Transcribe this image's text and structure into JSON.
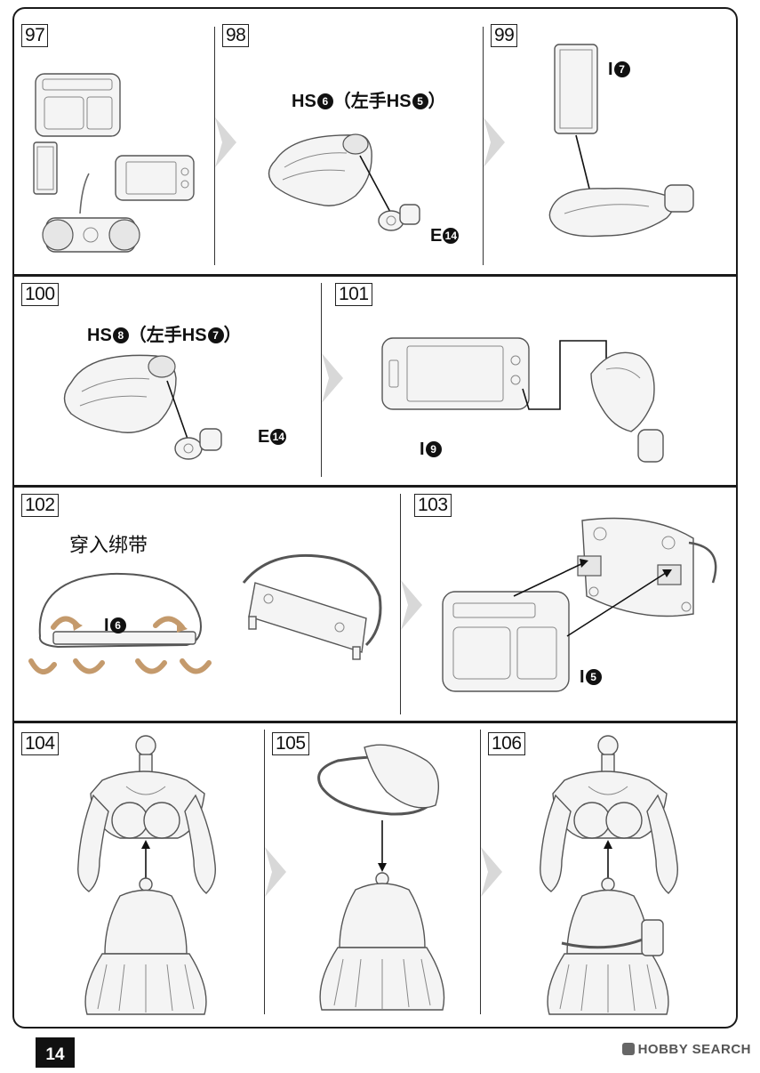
{
  "page_number": "14",
  "watermark": "HOBBY SEARCH",
  "steps": [
    {
      "no": "97"
    },
    {
      "no": "98",
      "label_main": "HS",
      "num_a": "6",
      "label_paren_open": "（左手HS",
      "num_b": "5",
      "label_paren_close": "）",
      "part": "E",
      "part_num": "14"
    },
    {
      "no": "99",
      "part": "I",
      "part_num": "7"
    },
    {
      "no": "100",
      "label_main": "HS",
      "num_a": "8",
      "label_paren_open": "（左手HS",
      "num_b": "7",
      "label_paren_close": "）",
      "part": "E",
      "part_num": "14"
    },
    {
      "no": "101",
      "part": "I",
      "part_num": "9"
    },
    {
      "no": "102",
      "caption": "穿入绑带",
      "part": "I",
      "part_num": "6"
    },
    {
      "no": "103",
      "part": "I",
      "part_num": "5"
    },
    {
      "no": "104"
    },
    {
      "no": "105"
    },
    {
      "no": "106"
    }
  ],
  "colors": {
    "rotate_arrow": "#c49a6c",
    "frame": "#1a1a1a"
  }
}
